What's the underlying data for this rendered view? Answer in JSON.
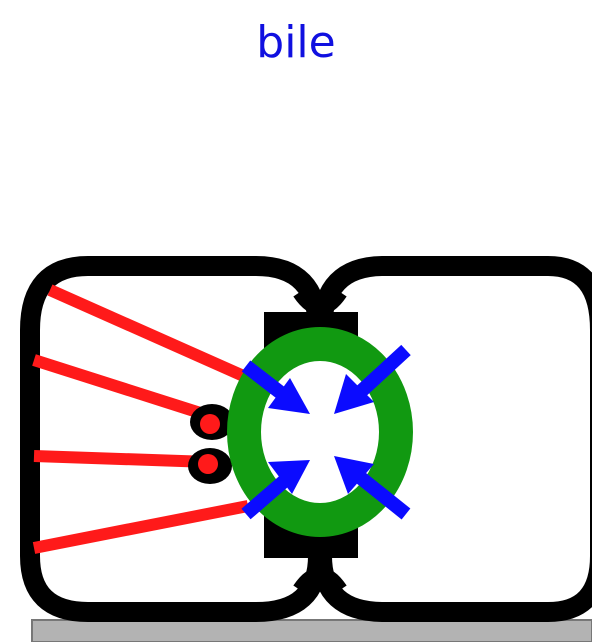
{
  "title": "bile",
  "colors": {
    "title": "#1010e0",
    "cell_outline": "#000000",
    "filament": "#ff1a1a",
    "ring": "#119911",
    "arrow": "#0b0bff",
    "substrate": "#b3b3b3"
  },
  "icons": {
    "arrows": "inward-arrow-icons",
    "cell": "rounded-cell-shape"
  }
}
